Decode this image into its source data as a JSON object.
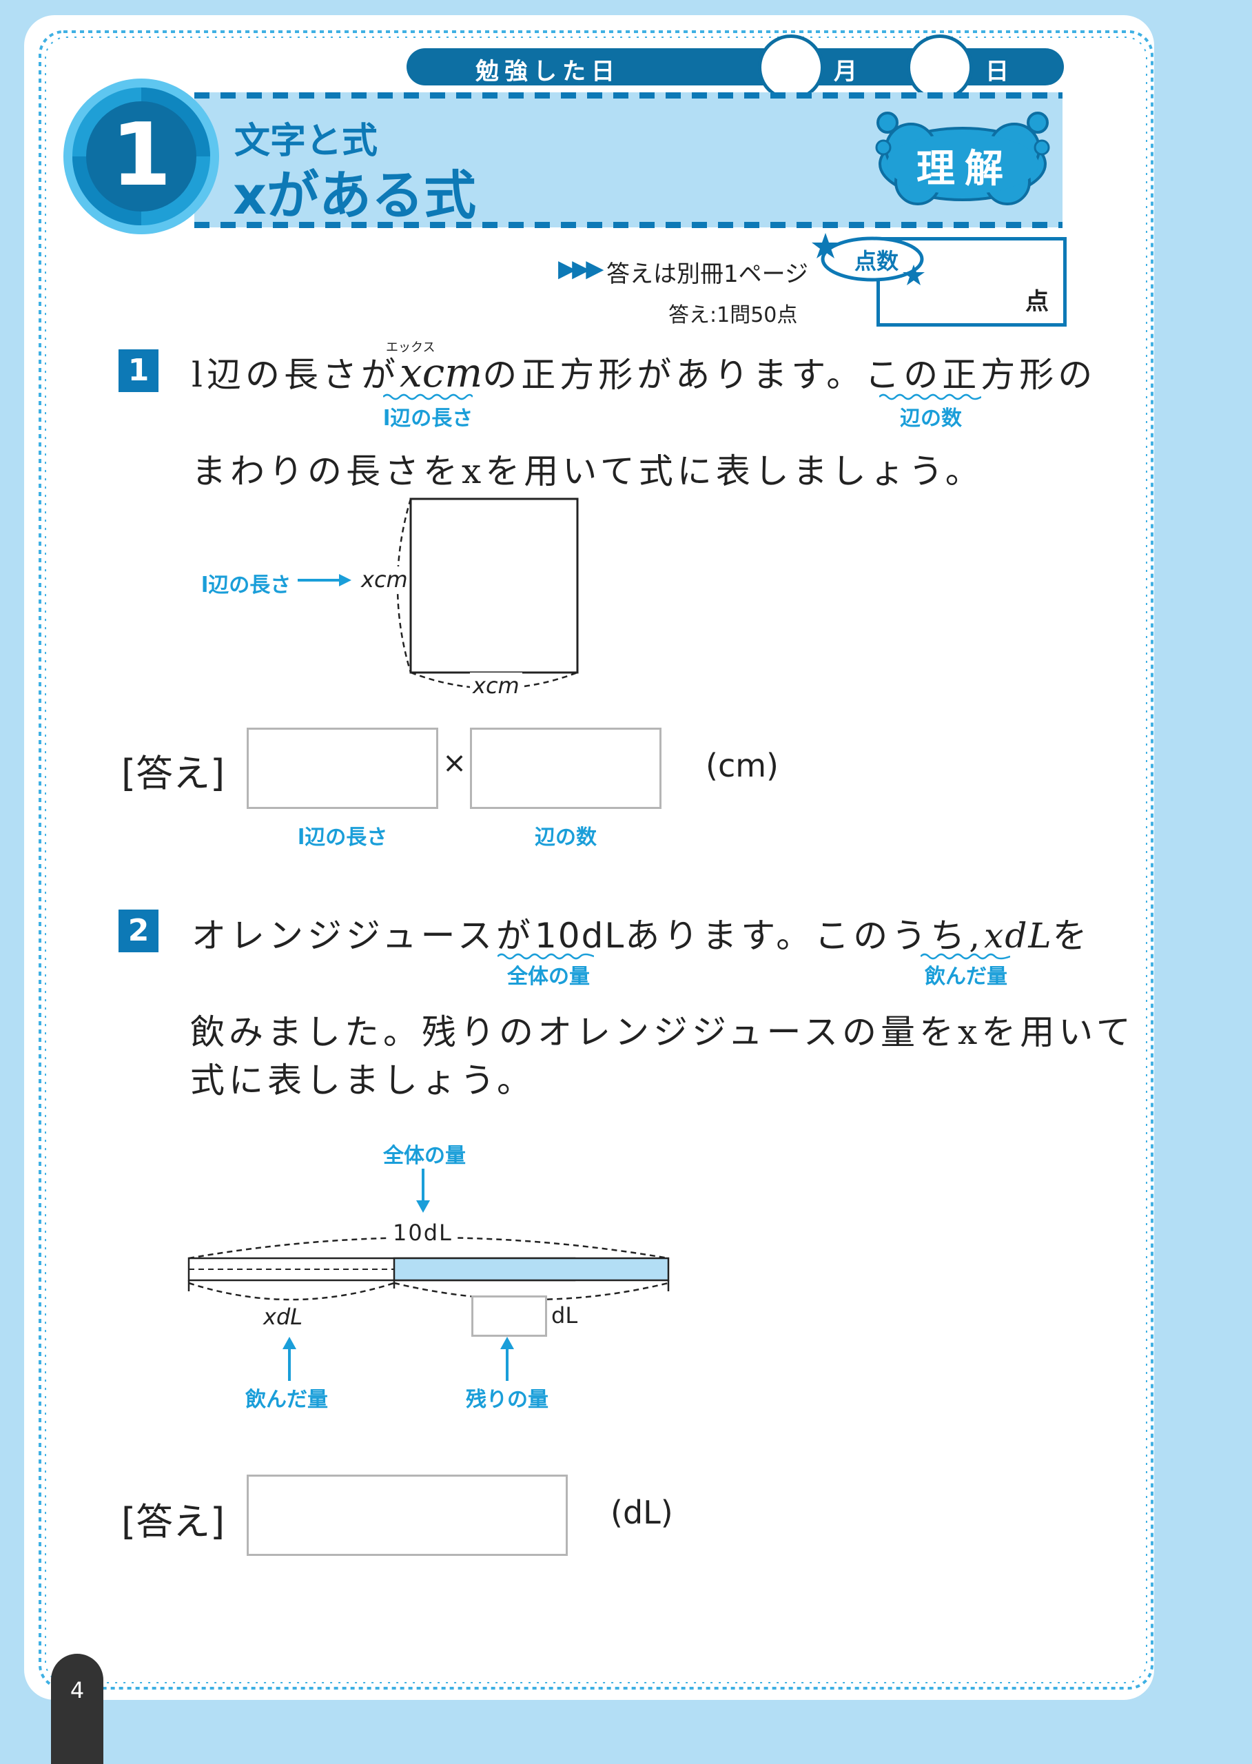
{
  "header": {
    "study_date_label": "勉強した日",
    "month_label": "月",
    "day_label": "日"
  },
  "unit": {
    "number": "1",
    "subtitle": "文字と式",
    "title": "xがある式",
    "badge": "理解"
  },
  "answer_ref": {
    "text": "答えは別冊1ページ",
    "points_per_question": "答え:1問50点"
  },
  "score": {
    "label": "点数",
    "unit": "点"
  },
  "q1": {
    "number": "1",
    "line1_a": "l辺の長さが",
    "ruby": "エックス",
    "var": "xcm",
    "line1_b": "の正方形があります。この",
    "line1_c": "正方形",
    "line1_d": "の",
    "note_side": "l辺の長さ",
    "note_count": "辺の数",
    "line2": "まわりの長さをxを用いて式に表しましょう。",
    "diagram_side_label": "l辺の長さ",
    "diagram_left": "xcm",
    "diagram_bottom": "xcm",
    "answer_label": "[答え]",
    "times": "×",
    "answer_unit": "(cm)",
    "box1_caption": "l辺の長さ",
    "box2_caption": "辺の数"
  },
  "q2": {
    "number": "2",
    "line1_a": "オレンジジュースが",
    "amount": "10dL",
    "line1_b": "あります。このうち,",
    "var": "xdL",
    "line1_c": "を",
    "note_total": "全体の量",
    "note_drunk": "飲んだ量",
    "line2": "飲みました。残りのオレンジジュースの量をxを用いて",
    "line3": "式に表しましょう。",
    "diagram_total_label": "全体の量",
    "diagram_total": "10dL",
    "diagram_drunk": "xdL",
    "diagram_rest_unit": "dL",
    "diagram_drunk_label": "飲んだ量",
    "diagram_rest_label": "残りの量",
    "answer_label": "[答え]",
    "answer_unit": "(dL)"
  },
  "page_number": "4",
  "colors": {
    "primary": "#0d79b6",
    "accent": "#1a9ed9",
    "light": "#b3def5"
  }
}
